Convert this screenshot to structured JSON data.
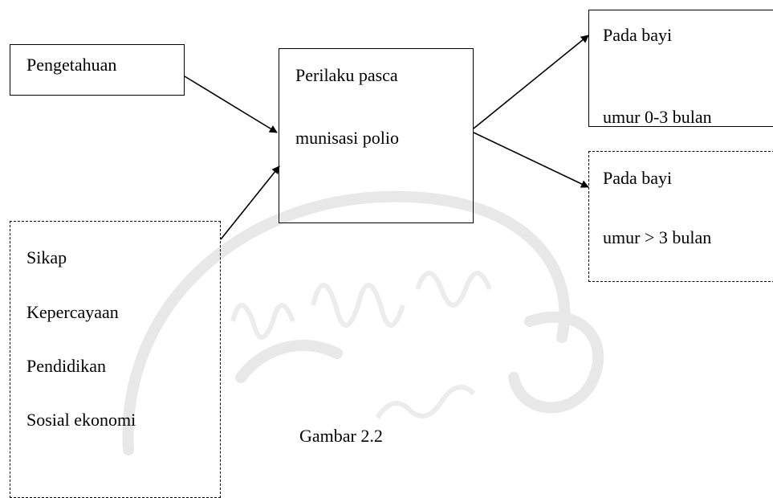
{
  "diagram": {
    "node_pengetahuan": "Pengetahuan",
    "node_perilaku": {
      "line1": "Perilaku pasca",
      "line2": "munisasi polio"
    },
    "node_bayi_03": {
      "line1": "Pada bayi",
      "line2": "umur 0-3 bulan"
    },
    "node_bayi_3plus": {
      "line1": "Pada bayi",
      "line2": "umur > 3 bulan"
    },
    "node_faktor": {
      "items": [
        "Sikap",
        "Kepercayaan",
        "Pendidikan",
        "Sosial ekonomi"
      ]
    },
    "caption": "Gambar 2.2"
  },
  "colors": {
    "line": "#000000",
    "watermark": "#e6e6e6"
  }
}
